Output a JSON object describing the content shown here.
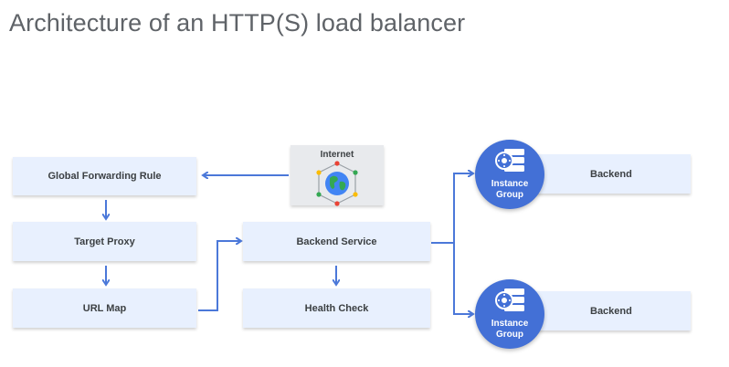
{
  "title": "Architecture of an HTTP(S) load balancer",
  "nodes": {
    "global_forwarding_rule": "Global Forwarding Rule",
    "target_proxy": "Target Proxy",
    "url_map": "URL Map",
    "backend_service": "Backend Service",
    "health_check": "Health Check",
    "internet": "Internet",
    "instance_group_top": [
      "Instance",
      "Group"
    ],
    "instance_group_bottom": [
      "Instance",
      "Group"
    ],
    "backend_top": "Backend",
    "backend_bottom": "Backend"
  },
  "icons": {
    "internet": "globe-network-icon",
    "instance_group": "instance-group-icon"
  },
  "colors": {
    "arrow": "#4b78d9",
    "box_fill": "#e8f0fe",
    "internet_fill": "#e8eaed",
    "instance_group_fill": "#4370d6"
  }
}
